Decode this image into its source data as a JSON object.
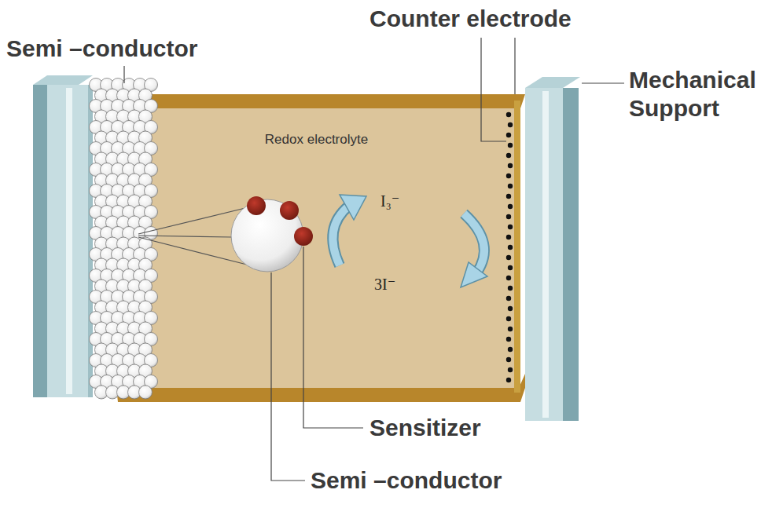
{
  "diagram": {
    "nodes": [
      {
        "text": [
          "Redox electrolyte"
        ]
      }
    ],
    "labels": [
      "Counter electrode",
      "Semi –conductor",
      "Mechanical Support",
      "I₃⁻",
      "3I⁻",
      "Sensitizer",
      "Semi –conductor"
    ]
  }
}
